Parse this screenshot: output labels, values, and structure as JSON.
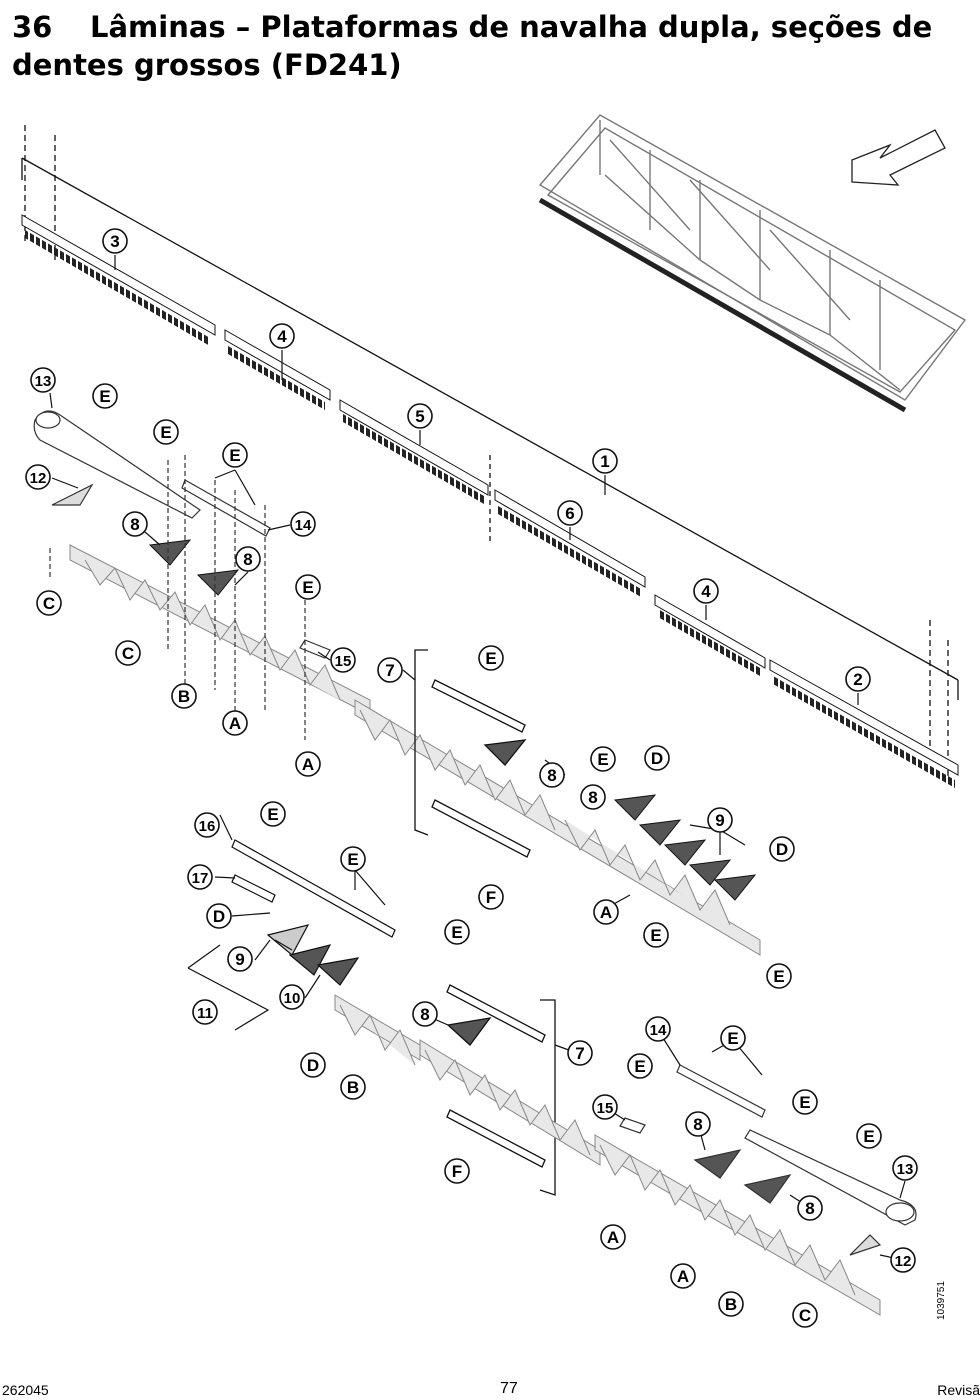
{
  "page": {
    "section_number": "36",
    "title": "Lâminas – Plataformas de navalha dupla, seções de dentes grossos (FD241)",
    "footer_left": "262045",
    "footer_center": "77",
    "footer_right": "Revisã",
    "figure_id": "1039751"
  },
  "diagram": {
    "callouts": [
      {
        "id": "c1",
        "label": "1"
      },
      {
        "id": "c2",
        "label": "2"
      },
      {
        "id": "c3",
        "label": "3"
      },
      {
        "id": "c4a",
        "label": "4"
      },
      {
        "id": "c4b",
        "label": "4"
      },
      {
        "id": "c5",
        "label": "5"
      },
      {
        "id": "c6",
        "label": "6"
      },
      {
        "id": "c7a",
        "label": "7"
      },
      {
        "id": "c7b",
        "label": "7"
      },
      {
        "id": "c8a",
        "label": "8"
      },
      {
        "id": "c8b",
        "label": "8"
      },
      {
        "id": "c8c",
        "label": "8"
      },
      {
        "id": "c8d",
        "label": "8"
      },
      {
        "id": "c8e",
        "label": "8"
      },
      {
        "id": "c8f",
        "label": "8"
      },
      {
        "id": "c8g",
        "label": "8"
      },
      {
        "id": "c9a",
        "label": "9"
      },
      {
        "id": "c9b",
        "label": "9"
      },
      {
        "id": "c10",
        "label": "10"
      },
      {
        "id": "c11",
        "label": "11"
      },
      {
        "id": "c12a",
        "label": "12"
      },
      {
        "id": "c12b",
        "label": "12"
      },
      {
        "id": "c13a",
        "label": "13"
      },
      {
        "id": "c13b",
        "label": "13"
      },
      {
        "id": "c14a",
        "label": "14"
      },
      {
        "id": "c14b",
        "label": "14"
      },
      {
        "id": "c15a",
        "label": "15"
      },
      {
        "id": "c15b",
        "label": "15"
      },
      {
        "id": "c16",
        "label": "16"
      },
      {
        "id": "c17",
        "label": "17"
      },
      {
        "id": "cA1",
        "label": "A"
      },
      {
        "id": "cA2",
        "label": "A"
      },
      {
        "id": "cA3",
        "label": "A"
      },
      {
        "id": "cA4",
        "label": "A"
      },
      {
        "id": "cA5",
        "label": "A"
      },
      {
        "id": "cB1",
        "label": "B"
      },
      {
        "id": "cB2",
        "label": "B"
      },
      {
        "id": "cB3",
        "label": "B"
      },
      {
        "id": "cC1",
        "label": "C"
      },
      {
        "id": "cC2",
        "label": "C"
      },
      {
        "id": "cC3",
        "label": "C"
      },
      {
        "id": "cD1",
        "label": "D"
      },
      {
        "id": "cD2",
        "label": "D"
      },
      {
        "id": "cD3",
        "label": "D"
      },
      {
        "id": "cD4",
        "label": "D"
      },
      {
        "id": "cE1",
        "label": "E"
      },
      {
        "id": "cE2",
        "label": "E"
      },
      {
        "id": "cE3",
        "label": "E"
      },
      {
        "id": "cE4",
        "label": "E"
      },
      {
        "id": "cE5",
        "label": "E"
      },
      {
        "id": "cE6",
        "label": "E"
      },
      {
        "id": "cE7",
        "label": "E"
      },
      {
        "id": "cE8",
        "label": "E"
      },
      {
        "id": "cE9",
        "label": "E"
      },
      {
        "id": "cE10",
        "label": "E"
      },
      {
        "id": "cE11",
        "label": "E"
      },
      {
        "id": "cE12",
        "label": "E"
      },
      {
        "id": "cE13",
        "label": "E"
      },
      {
        "id": "cE14",
        "label": "E"
      },
      {
        "id": "cE15",
        "label": "E"
      },
      {
        "id": "cF1",
        "label": "F"
      },
      {
        "id": "cF2",
        "label": "F"
      }
    ]
  }
}
